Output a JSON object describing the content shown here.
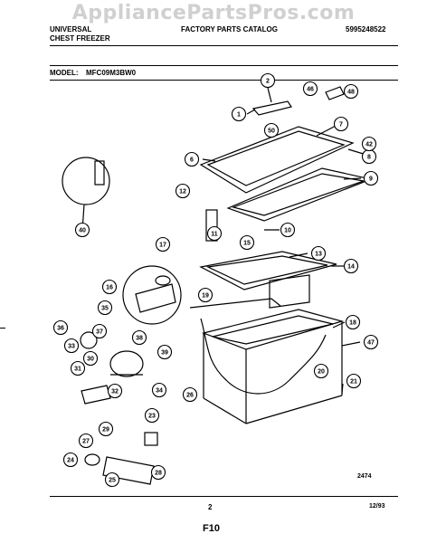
{
  "watermark": "AppliancePartsPros.com",
  "header": {
    "brand_line1": "UNIVERSAL",
    "brand_line2": "CHEST FREEZER",
    "catalog_title": "FACTORY PARTS CATALOG",
    "catalog_number": "5995248522"
  },
  "model": {
    "label": "MODEL:",
    "value": "MFC09M3BW0"
  },
  "figure_number": "2474",
  "footer": {
    "page_number": "2",
    "date": "12/93",
    "section": "F10"
  },
  "callouts": [
    "1",
    "2",
    "6",
    "7",
    "8",
    "9",
    "10",
    "11",
    "12",
    "13",
    "14",
    "15",
    "16",
    "17",
    "18",
    "19",
    "20",
    "21",
    "23",
    "24",
    "25",
    "26",
    "27",
    "28",
    "29",
    "30",
    "31",
    "32",
    "33",
    "34",
    "35",
    "36",
    "37",
    "38",
    "39",
    "40",
    "42",
    "46",
    "47",
    "48",
    "50"
  ]
}
